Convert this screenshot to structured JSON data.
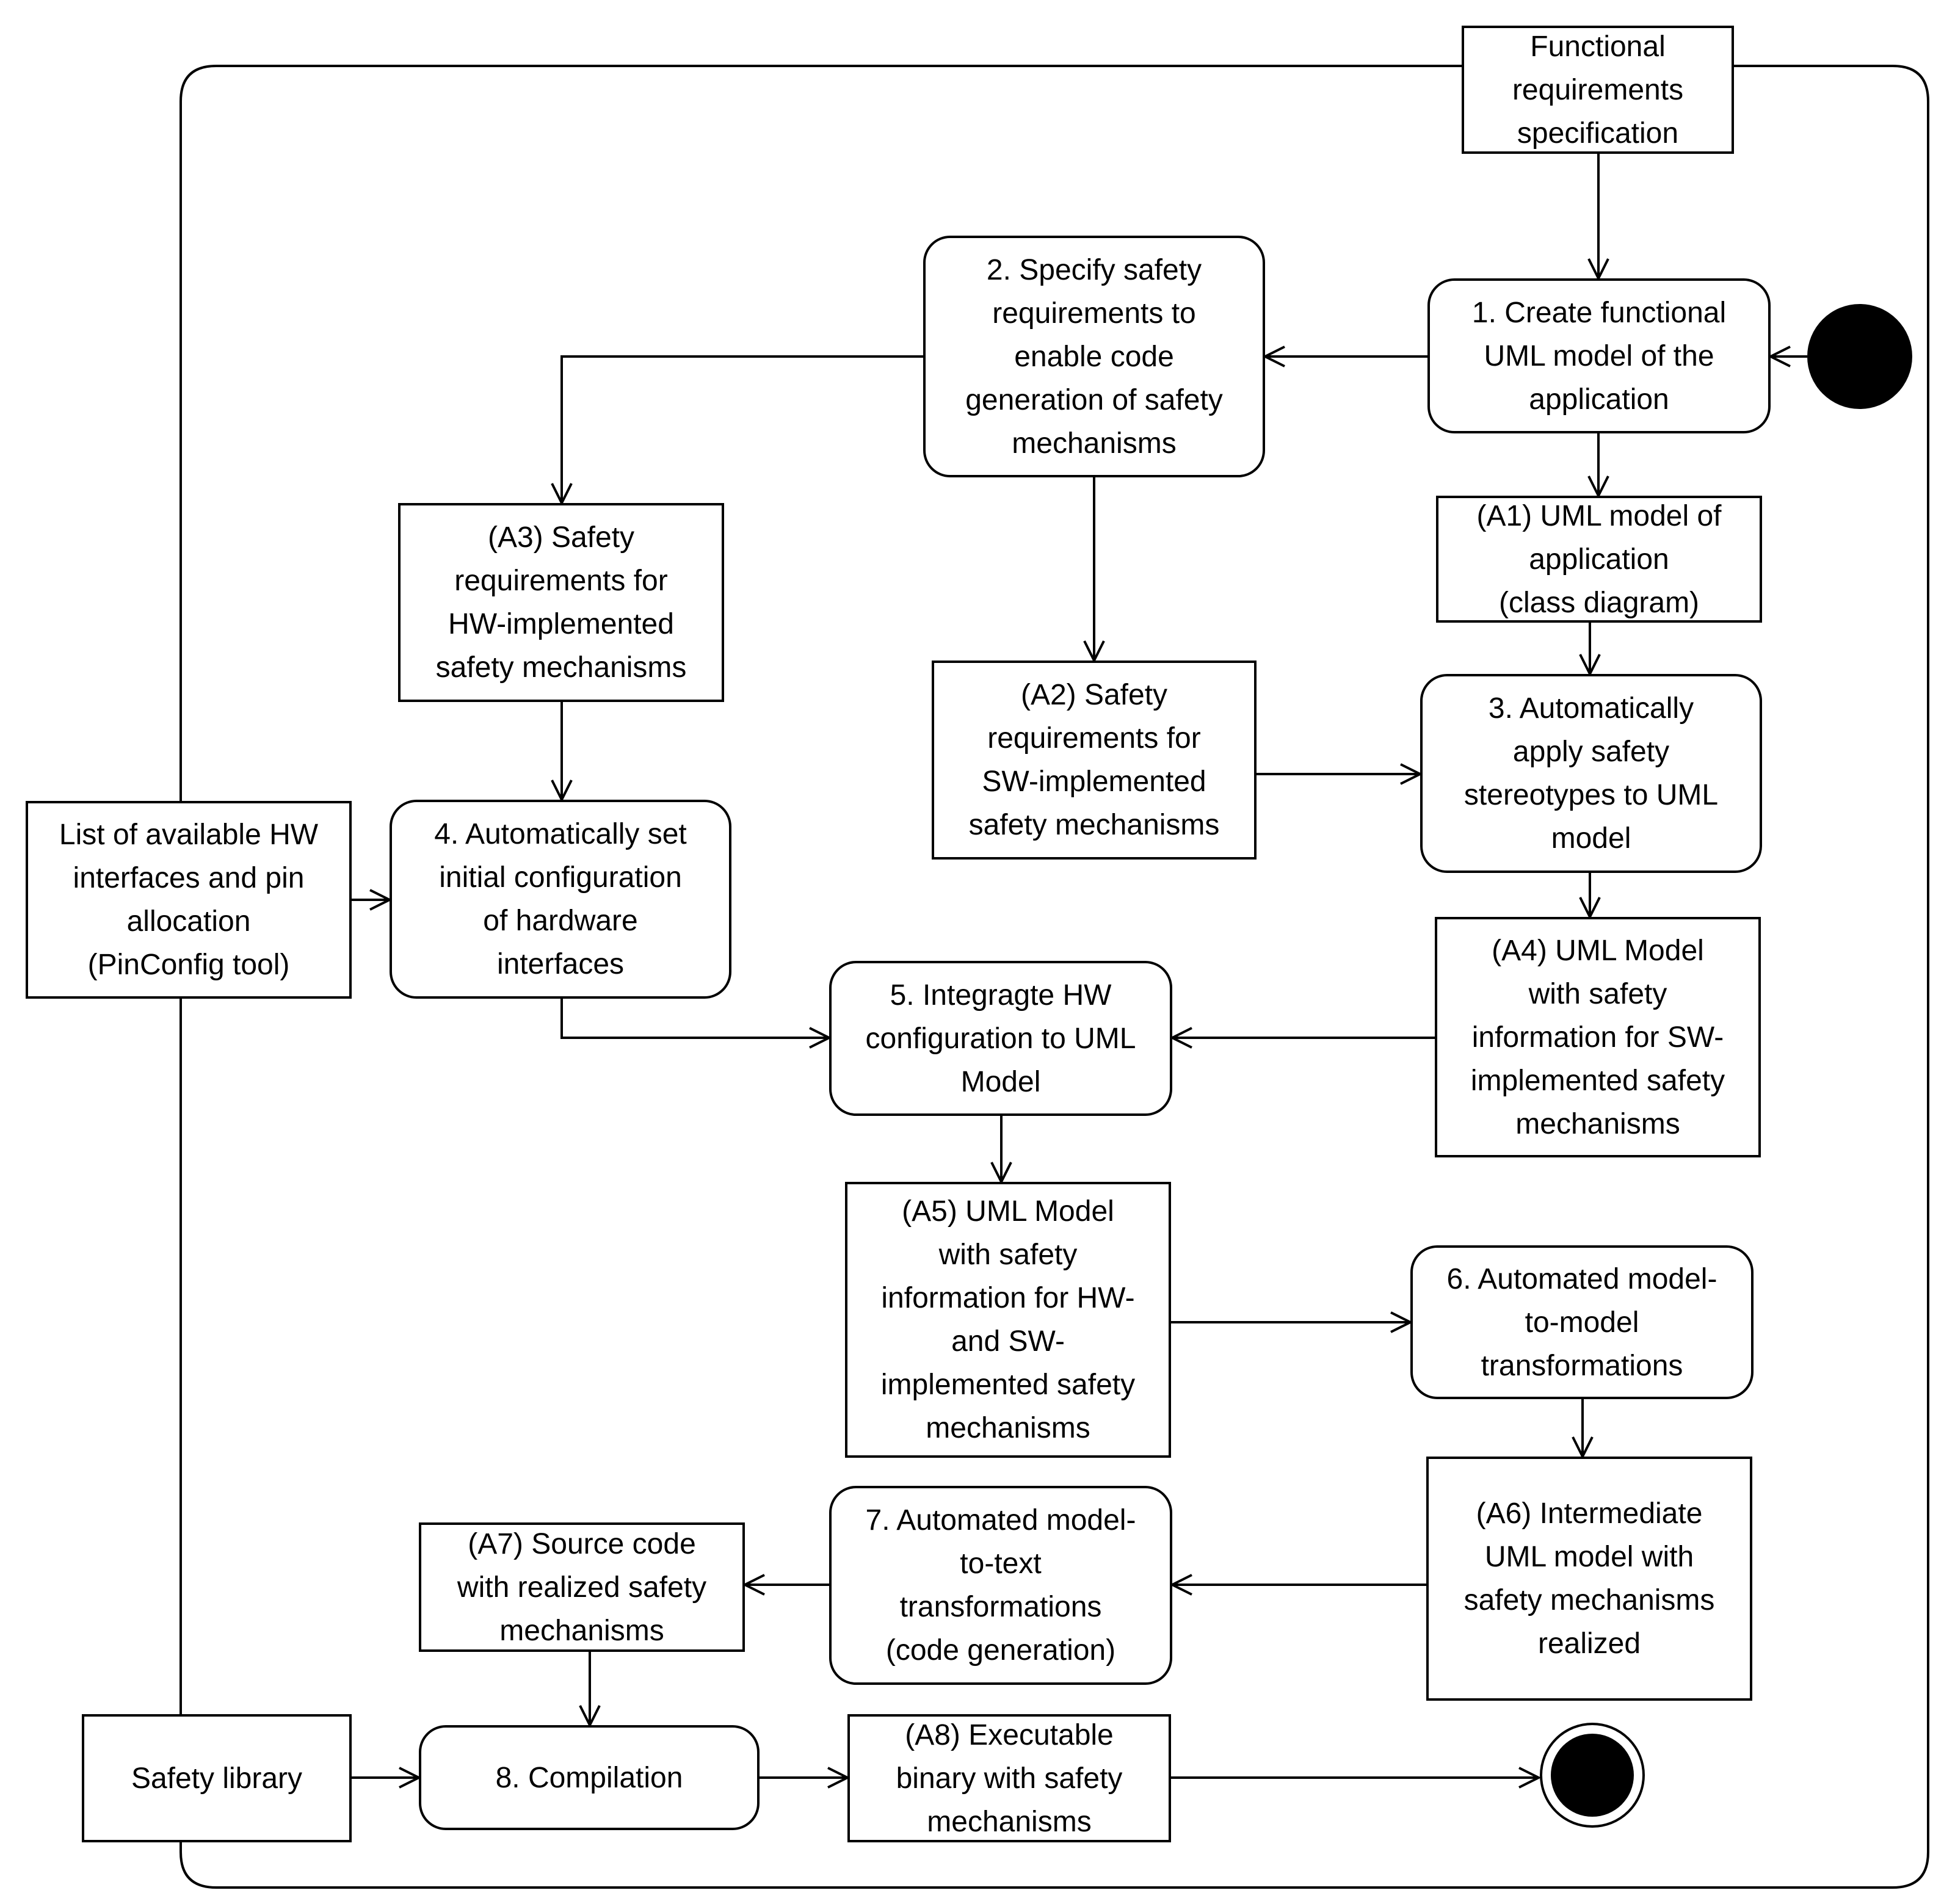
{
  "nodes": {
    "func_req": {
      "lines": [
        "Functional",
        "requirements",
        "specification"
      ]
    },
    "step1": {
      "lines": [
        "1. Create functional",
        "UML model of the",
        "application"
      ]
    },
    "step2": {
      "lines": [
        "2. Specify safety",
        "requirements to",
        "enable code",
        "generation of safety",
        "mechanisms"
      ]
    },
    "a1": {
      "lines": [
        "(A1) UML model of",
        "application",
        "(class diagram)"
      ]
    },
    "a3": {
      "lines": [
        "(A3) Safety",
        "requirements for",
        "HW-implemented",
        "safety mechanisms"
      ]
    },
    "a2": {
      "lines": [
        "(A2) Safety",
        "requirements for",
        "SW-implemented",
        "safety mechanisms"
      ]
    },
    "step3": {
      "lines": [
        "3. Automatically",
        "apply safety",
        "stereotypes to UML",
        "model"
      ]
    },
    "hw_list": {
      "lines": [
        "List of available HW",
        "interfaces and pin",
        "allocation",
        "(PinConfig tool)"
      ]
    },
    "step4": {
      "lines": [
        "4. Automatically set",
        "initial configuration",
        "of hardware",
        "interfaces"
      ]
    },
    "a4": {
      "lines": [
        "(A4) UML Model",
        "with safety",
        "information for SW-",
        "implemented safety",
        "mechanisms"
      ]
    },
    "step5": {
      "lines": [
        "5. Integragte HW",
        "configuration to UML",
        "Model"
      ]
    },
    "a5": {
      "lines": [
        "(A5) UML Model",
        "with safety",
        "information for HW-",
        "and SW-",
        "implemented safety",
        "mechanisms"
      ]
    },
    "step6": {
      "lines": [
        "6. Automated model-",
        "to-model",
        "transformations"
      ]
    },
    "a6": {
      "lines": [
        "(A6) Intermediate",
        "UML model with",
        "safety mechanisms",
        "realized"
      ]
    },
    "step7": {
      "lines": [
        "7. Automated model-",
        "to-text",
        "transformations",
        "(code generation)"
      ]
    },
    "a7": {
      "lines": [
        "(A7) Source code",
        "with realized safety",
        "mechanisms"
      ]
    },
    "safety_lib": {
      "lines": [
        "Safety library"
      ]
    },
    "step8": {
      "lines": [
        "8. Compilation"
      ]
    },
    "a8": {
      "lines": [
        "(A8) Executable",
        "binary with safety",
        "mechanisms"
      ]
    }
  },
  "colors": {
    "stroke": "#000000",
    "fill": "#ffffff",
    "marker": "#000000"
  }
}
